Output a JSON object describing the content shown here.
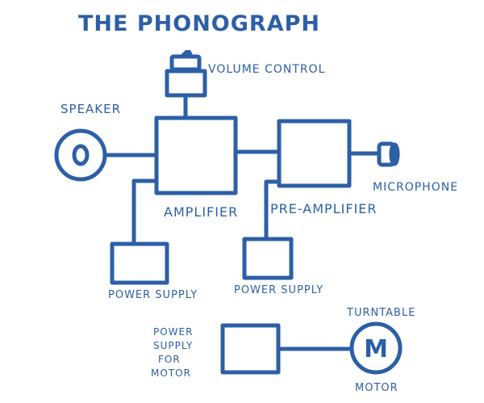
{
  "title": "The Phonograph",
  "labels": {
    "volume_control": "Volume Control",
    "speaker": "Speaker",
    "amplifier": "Amplifier",
    "pre_amplifier": "Pre-Amplifier",
    "microphone": "Microphone",
    "power_supply_left": "Power Supply",
    "power_supply_right": "Power Supply",
    "power_supply_motor": [
      "Power",
      "Supply",
      "For",
      "Motor"
    ],
    "turntable": "Turntable",
    "motor": "Motor",
    "motor_symbol": "M"
  },
  "colors": {
    "ink": "#2d5fa6",
    "background": "#ffffff"
  }
}
